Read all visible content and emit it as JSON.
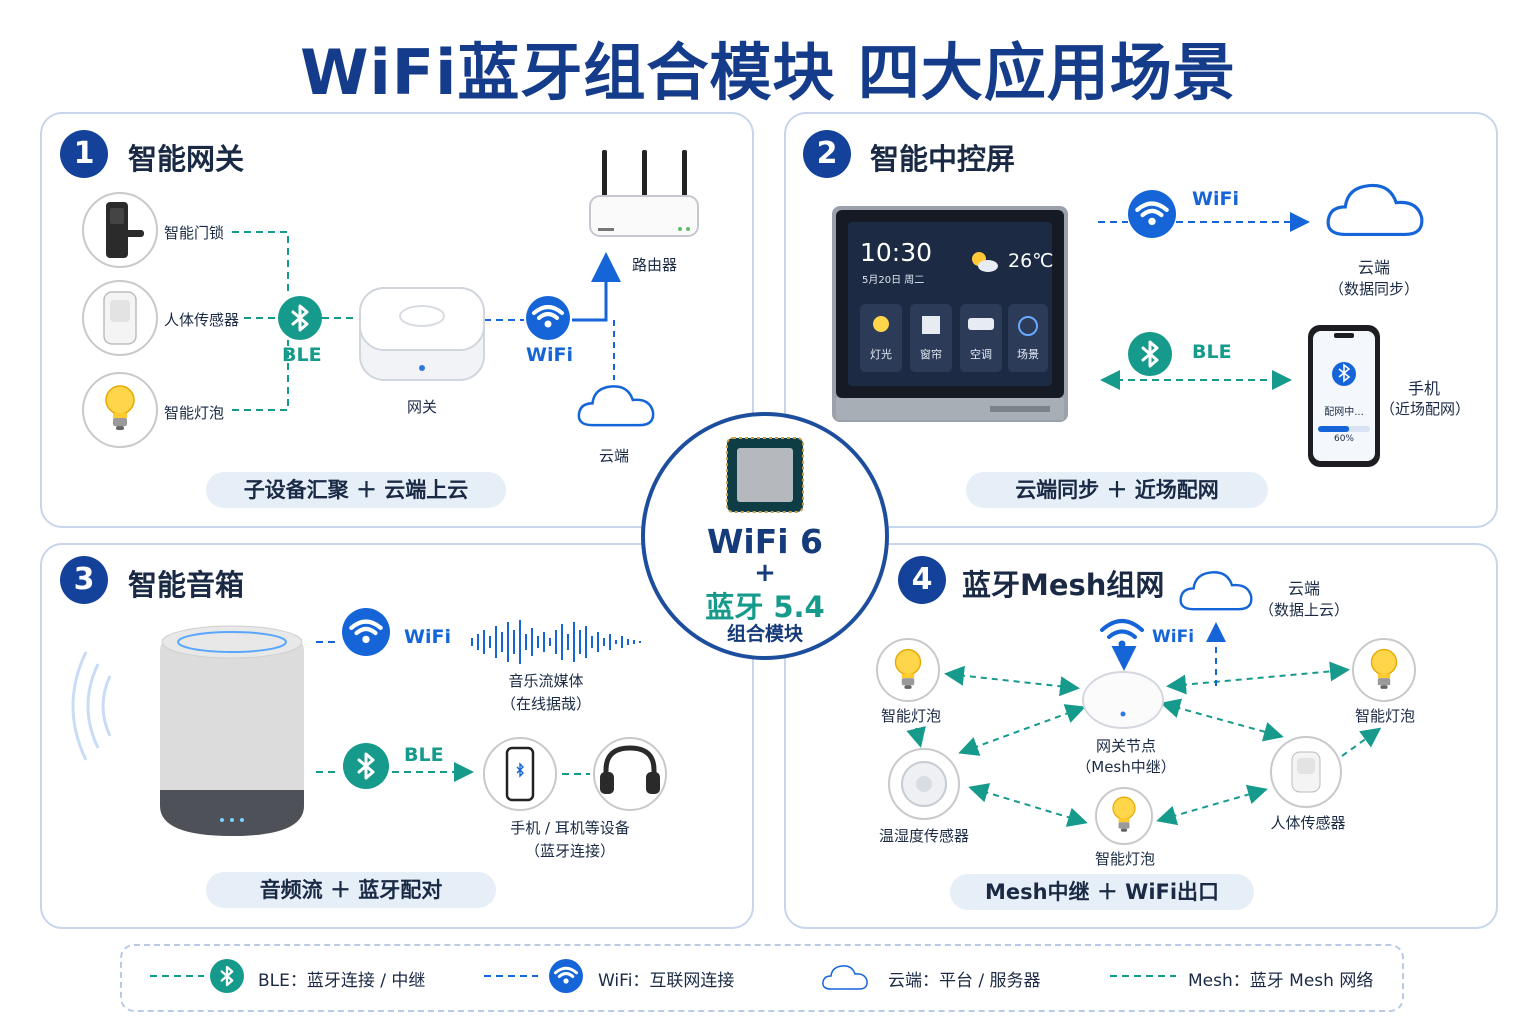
{
  "title": "WiFi蓝牙组合模块 四大应用场景",
  "colors": {
    "navy": "#14429a",
    "wifi_blue": "#1565d8",
    "ble_teal": "#159a8c",
    "border": "#c7d6ea"
  },
  "center": {
    "line1": "WiFi 6",
    "plus": "+",
    "line2": "蓝牙 5.4",
    "line3": "组合模块"
  },
  "panel1": {
    "num": "1",
    "title": "智能网关",
    "devices": [
      "智能门锁",
      "人体传感器",
      "智能灯泡"
    ],
    "ble": "BLE",
    "gateway": "网关",
    "wifi": "WiFi",
    "router": "路由器",
    "cloud": "云端",
    "pill": "子设备汇聚 ＋ 云端上云"
  },
  "panel2": {
    "num": "2",
    "title": "智能中控屏",
    "screen": {
      "time": "10:30",
      "date": "5月20日 周二",
      "temp": "26℃",
      "tiles": [
        "灯光",
        "窗帘",
        "空调",
        "场景"
      ]
    },
    "wifi": "WiFi",
    "cloud": "云端",
    "cloud_note": "（数据同步）",
    "ble": "BLE",
    "phone_status": "配网中...",
    "phone_progress": "60%",
    "phone_progress_value": 0.6,
    "phone": "手机",
    "phone_note": "（近场配网）",
    "pill": "云端同步 ＋ 近场配网"
  },
  "panel3": {
    "num": "3",
    "title": "智能音箱",
    "wifi": "WiFi",
    "stream": "音乐流媒体",
    "stream_note": "（在线据哉）",
    "ble": "BLE",
    "devices": "手机 / 耳机等设备",
    "devices_note": "（蓝牙连接）",
    "pill": "音频流 ＋ 蓝牙配对"
  },
  "panel4": {
    "num": "4",
    "title": "蓝牙Mesh组网",
    "cloud": "云端",
    "cloud_note": "（数据上云）",
    "wifi": "WiFi",
    "node": "网关节点",
    "node_note": "（Mesh中继）",
    "bulb_left": "智能灯泡",
    "bulb_right": "智能灯泡",
    "bulb_bottom": "智能灯泡",
    "temp_sensor": "温湿度传感器",
    "body_sensor": "人体传感器",
    "pill": "Mesh中继 ＋ WiFi出口"
  },
  "legend": {
    "ble": "BLE：蓝牙连接 / 中继",
    "wifi": "WiFi：互联网连接",
    "cloud": "云端：平台 / 服务器",
    "mesh": "Mesh：蓝牙 Mesh 网络"
  },
  "icons": [
    "bluetooth-icon",
    "wifi-icon",
    "cloud-icon",
    "bulb-icon",
    "lock-icon",
    "sensor-icon",
    "router-icon",
    "phone-icon",
    "headphones-icon",
    "speaker-icon",
    "chip-icon"
  ]
}
